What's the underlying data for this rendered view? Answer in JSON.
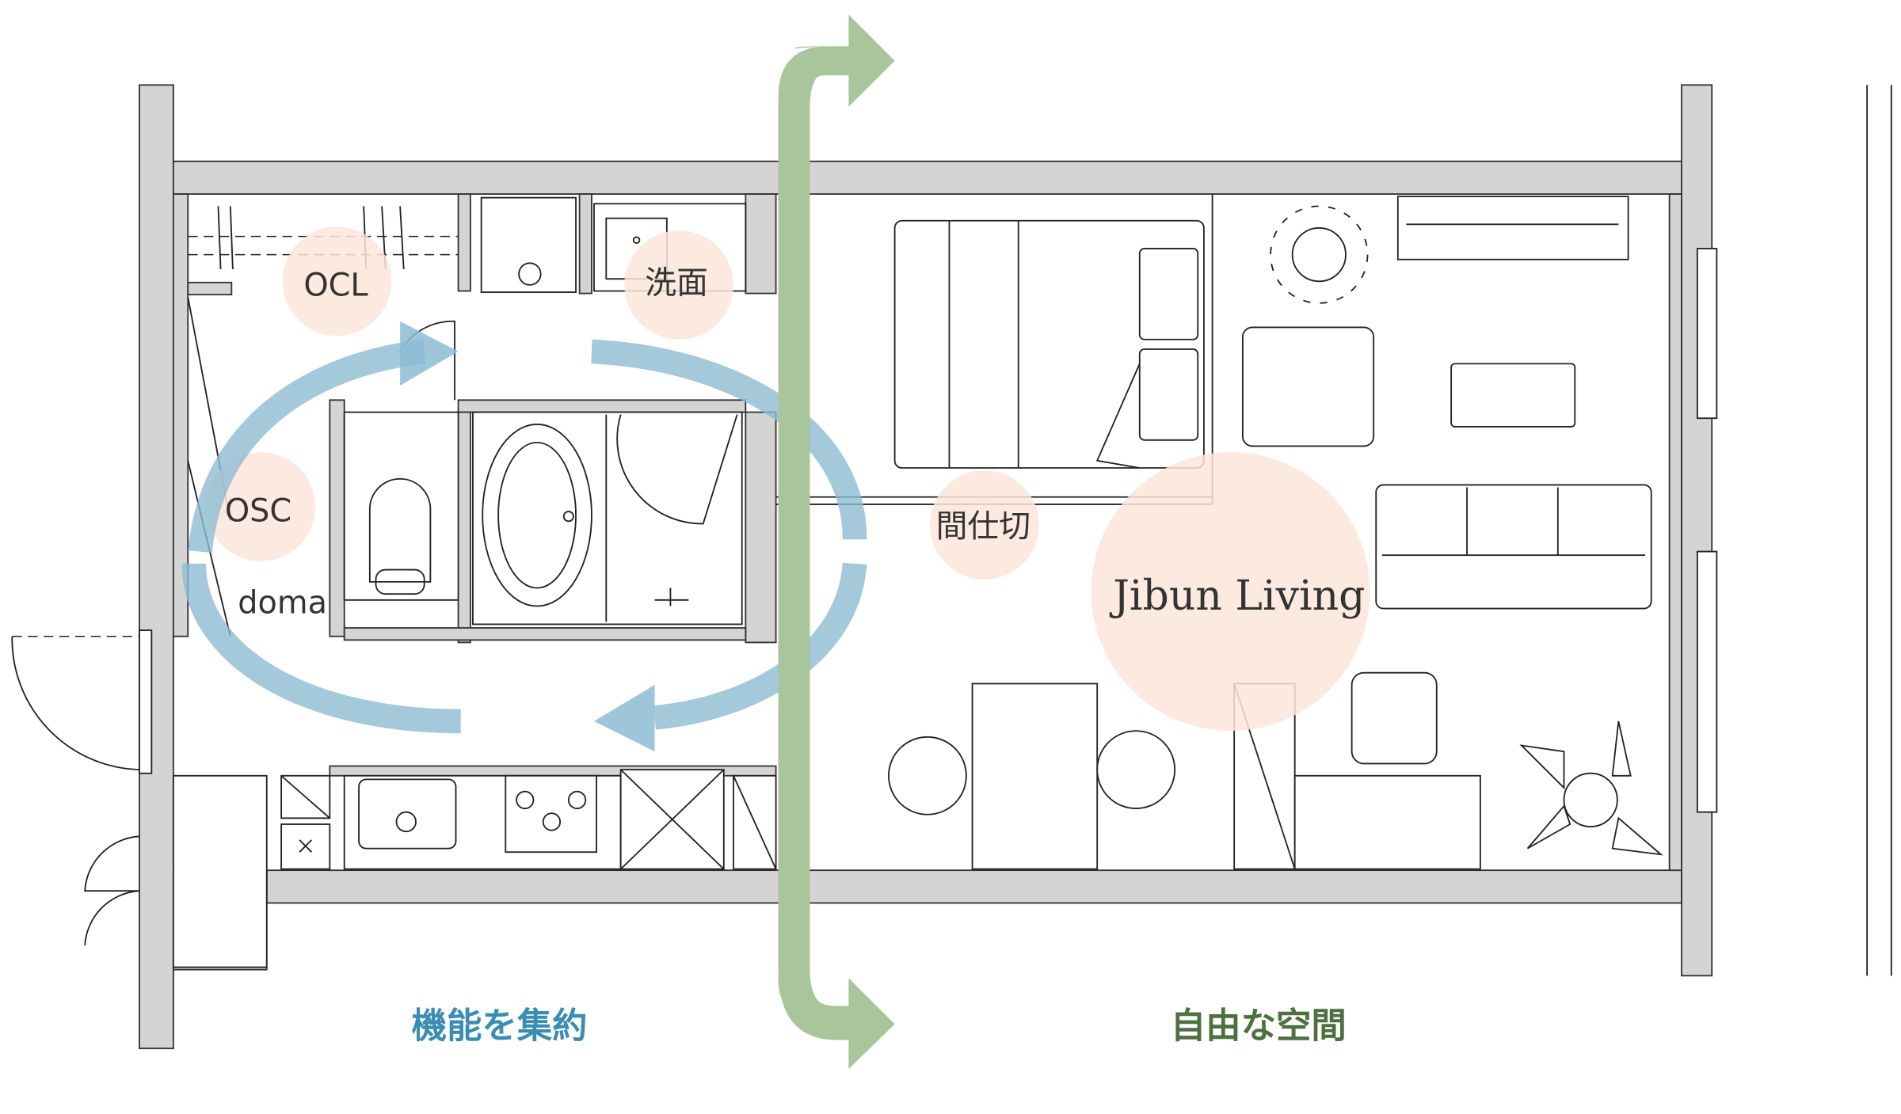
{
  "rooms": {
    "ocl": "OCL",
    "senmen": "洗面",
    "osc": "OSC",
    "doma": "doma",
    "partition": "間仕切",
    "living": "Jibun Living"
  },
  "captions": {
    "left": "機能を集約",
    "right": "自由な空間"
  },
  "colors": {
    "flow_blue": "#8cbcd2",
    "flow_green": "#a9c59b",
    "caption_blue": "#3a8db0",
    "caption_green": "#4e7041",
    "spot": "#fbe5da"
  }
}
